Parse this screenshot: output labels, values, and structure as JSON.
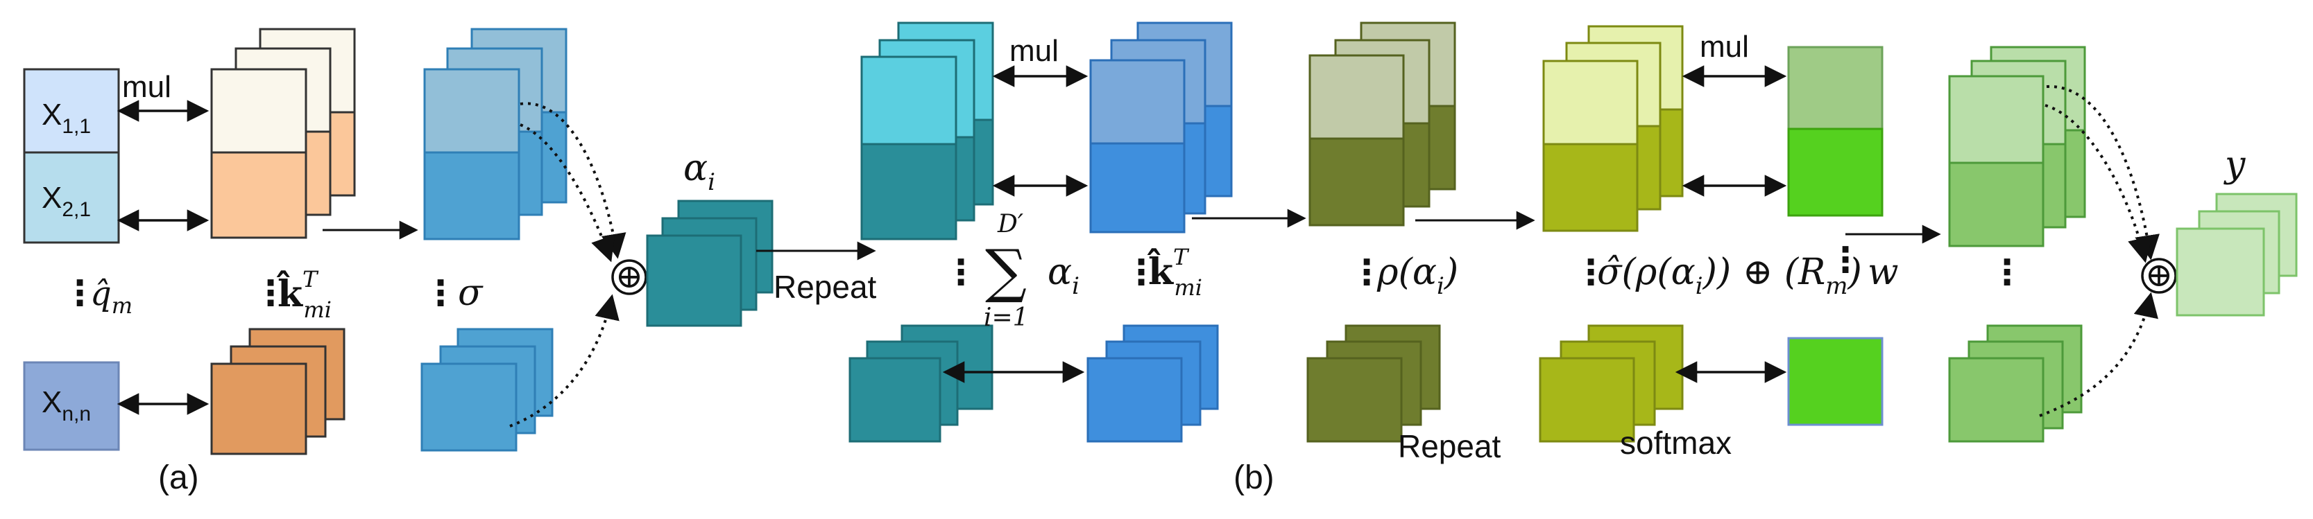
{
  "panel_a": {
    "caption": "(a)",
    "query_cells": [
      "X",
      "X",
      "X"
    ],
    "query_subs": [
      "1,1",
      "2,1",
      "n,n"
    ],
    "mul_label": "mul",
    "q_symbol": "q̂",
    "q_sub": "m",
    "k_symbol": "k̂",
    "k_sup": "T",
    "k_sub": "mi",
    "sigma_label": "σ",
    "vdots": "⋮"
  },
  "center": {
    "alpha_symbol": "α",
    "alpha_sub": "i",
    "repeat_label": "Repeat",
    "plus_symbol": "⊕"
  },
  "panel_b": {
    "caption": "(b)",
    "mul_label_1": "mul",
    "sum_sup": "D′",
    "sum_symbol": "∑",
    "sum_sub": "i=1",
    "sum_term": "α",
    "sum_term_sub": "i",
    "k_symbol": "k̂",
    "k_sup": "T",
    "k_sub": "mi",
    "rho_label": "ρ(α",
    "rho_sub": "i",
    "rho_close": ")",
    "repeat_label": "Repeat",
    "sigma_expr": "σ̂(ρ(α",
    "sigma_sub": "i",
    "sigma_mid": ")) ⊕ (R",
    "sigma_sub2": "m",
    "sigma_close": ")",
    "mul_label_2": "mul",
    "softmax_label": "softmax",
    "w_label": "w",
    "y_label": "y",
    "plus_symbol": "⊕",
    "vdots": "⋮"
  },
  "colors": {
    "query_light": "#cfe3fb",
    "query_mid": "#b6dded",
    "query_dark": "#8da9d8",
    "key_top": "#faf7ec",
    "key_bottom": "#fbc79a",
    "key_dark": "#e19a5f",
    "sigma_top": "#92bfd8",
    "sigma_bottom": "#4fa2d2",
    "alpha": "#2a8e99",
    "cyan_top": "#5bcfe0",
    "teal": "#2a8e99",
    "blue_top": "#7aa9da",
    "blue": "#3f8fdd",
    "olive_top": "#c1caa8",
    "olive": "#6f7d2e",
    "lime_top": "#e6f1ad",
    "lime": "#a7b719",
    "green_top": "#9fcb86",
    "green": "#55d11f",
    "w_top": "#b9dea9",
    "w_bottom": "#88c76c",
    "y_face": "#c8e7bb"
  }
}
